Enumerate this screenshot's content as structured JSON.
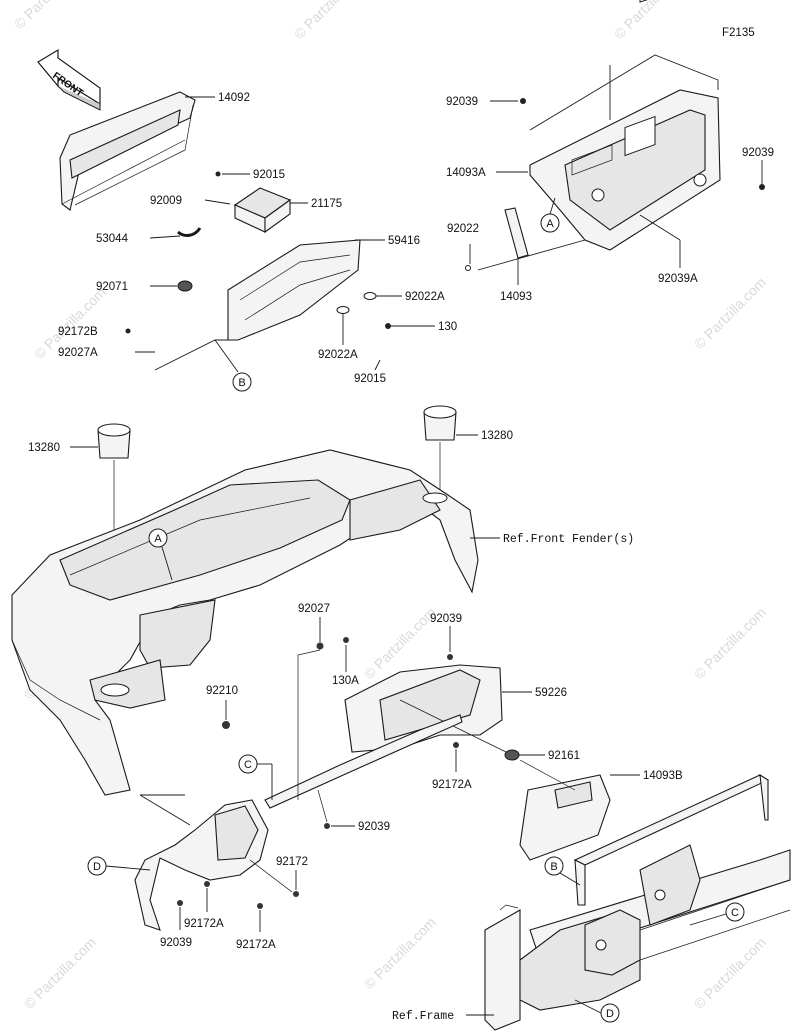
{
  "figure_code": "F2135",
  "front_label": "FRONT",
  "watermark_text": "© Partzilla.com",
  "callouts": {
    "p14092": "14092",
    "p92015a": "92015",
    "p92009": "92009",
    "p21175": "21175",
    "p53044": "53044",
    "p59416": "59416",
    "p92071": "92071",
    "p92022A_a": "92022A",
    "p92172B": "92172B",
    "p130": "130",
    "p92027A": "92027A",
    "p92022A_b": "92022A",
    "p92015b": "92015",
    "p92039a": "92039",
    "p14093A": "14093A",
    "p92039b": "92039",
    "p92022": "92022",
    "p14093": "14093",
    "p92039A": "92039A",
    "p13280a": "13280",
    "p13280b": "13280",
    "ref_front_fender": "Ref.Front Fender(s)",
    "p92027": "92027",
    "p130A": "130A",
    "p92039c": "92039",
    "p59226": "59226",
    "p92210": "92210",
    "p92161": "92161",
    "p92172A_a": "92172A",
    "p14093B": "14093B",
    "p92039d": "92039",
    "p92172": "92172",
    "p92172A_b": "92172A",
    "p92172A_c": "92172A",
    "p92039e": "92039",
    "ref_frame": "Ref.Frame"
  },
  "reference_markers": {
    "A": "A",
    "B": "B",
    "C": "C",
    "D": "D"
  }
}
